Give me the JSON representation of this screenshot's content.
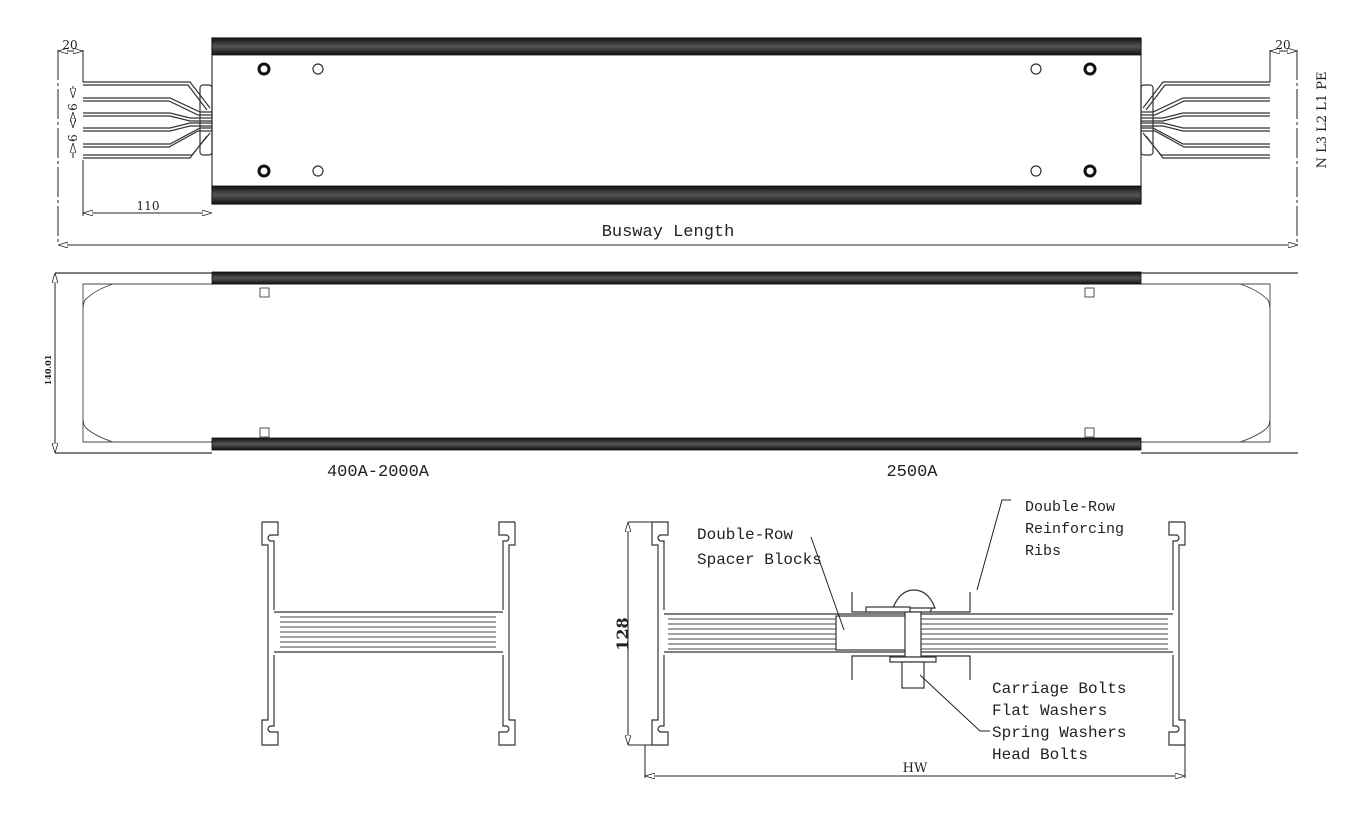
{
  "top_view": {
    "dim_left_offset": "20",
    "dim_right_offset": "20",
    "dim_pitch_1": "9",
    "dim_pitch_2": "9",
    "dim_overhang": "110",
    "length_label": "Busway Length",
    "phase_labels": "N L3 L2 L1 PE"
  },
  "side_view": {
    "height_dim": "140.01"
  },
  "sections": {
    "left_label": "400A-2000A",
    "right_label": "2500A",
    "height_dim": "128",
    "width_dim": "HW",
    "callouts": {
      "spacer_line1": "Double-Row",
      "spacer_line2": "Spacer Blocks",
      "ribs_line1": "Double-Row",
      "ribs_line2": "Reinforcing",
      "ribs_line3": "Ribs",
      "hardware_1": "Carriage Bolts",
      "hardware_2": "Flat Washers",
      "hardware_3": "Spring Washers",
      "hardware_4": "Head Bolts"
    }
  }
}
